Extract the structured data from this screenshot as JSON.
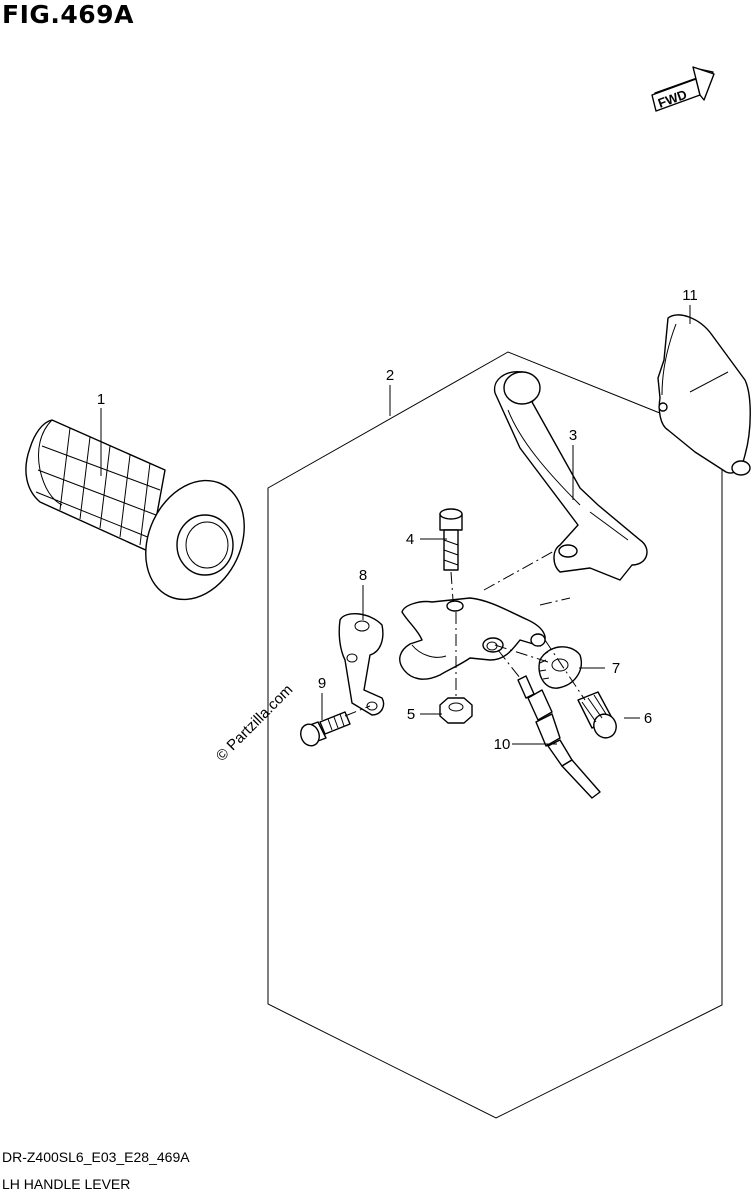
{
  "figure": {
    "title": "FIG.469A",
    "code": "DR-Z400SL6_E03_E28_469A",
    "name": "LH HANDLE LEVER",
    "watermark": "© Partzilla.com",
    "direction_label": "FWD"
  },
  "callouts": {
    "c1": "1",
    "c2": "2",
    "c3": "3",
    "c4": "4",
    "c5": "5",
    "c6": "6",
    "c7": "7",
    "c8": "8",
    "c9": "9",
    "c10": "10",
    "c11": "11"
  }
}
